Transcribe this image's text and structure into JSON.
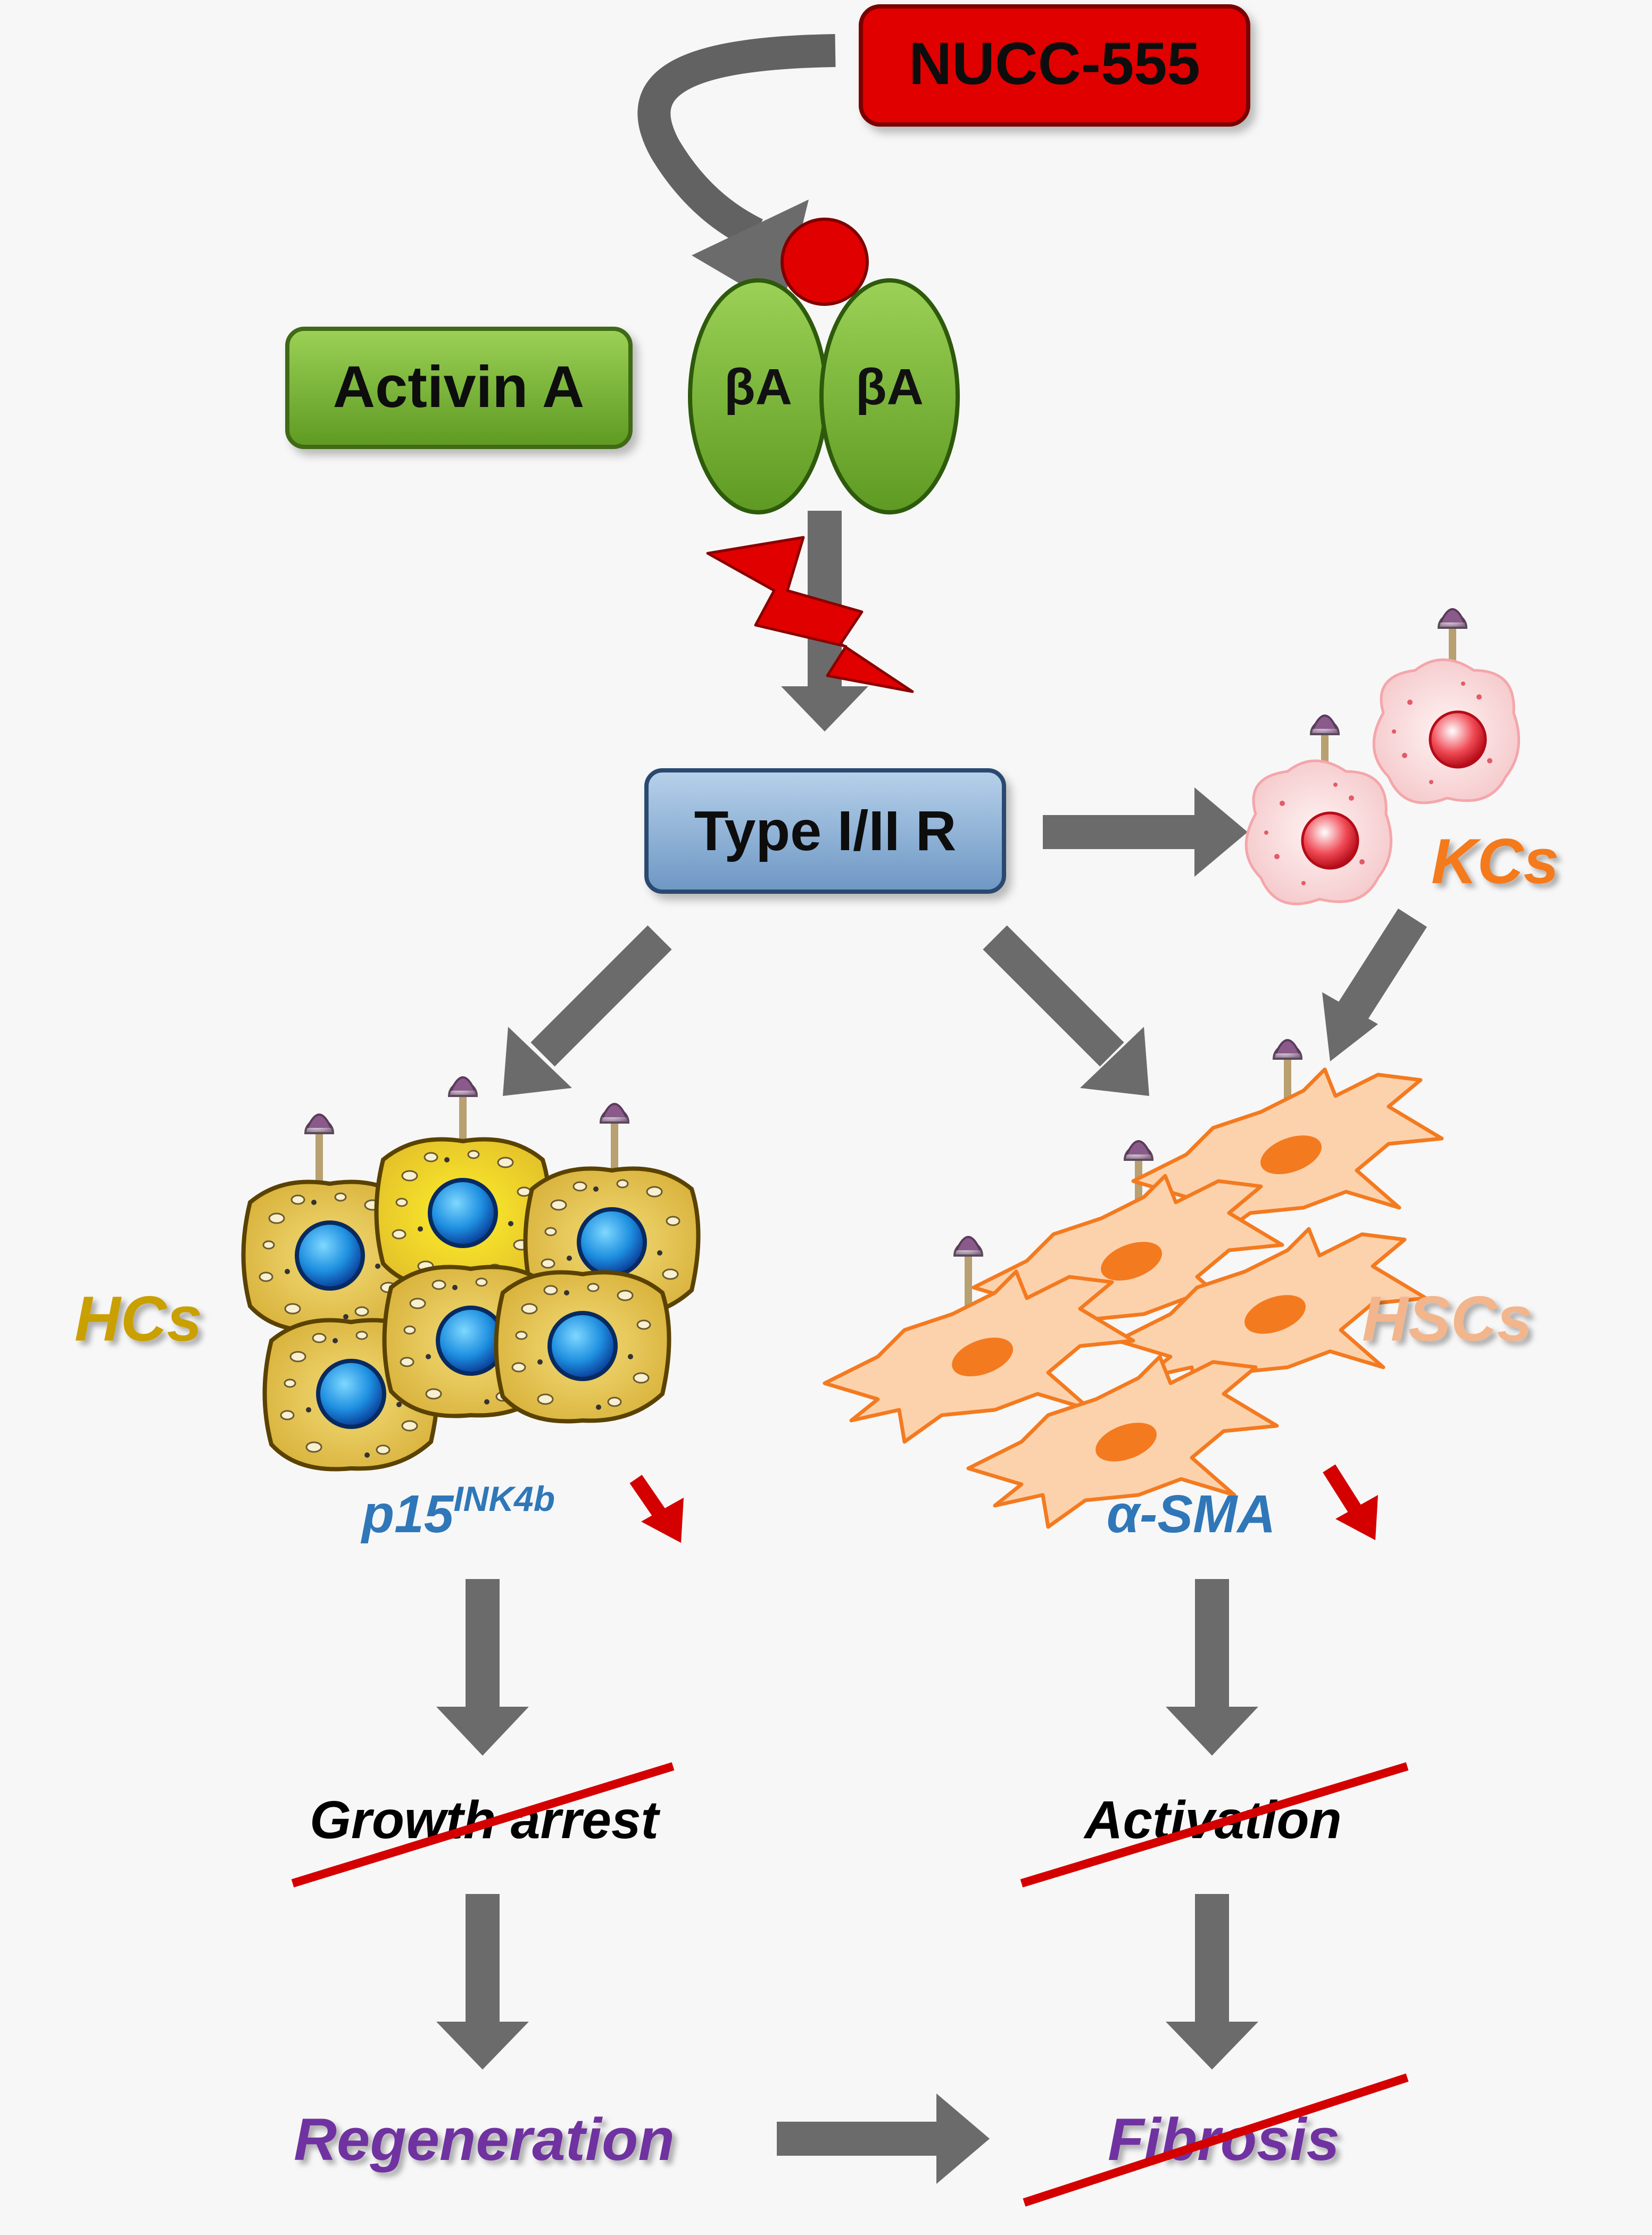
{
  "drug": {
    "label": "NUCC-555",
    "color": "#e00000"
  },
  "ligand": {
    "label": "Activin A",
    "subunit_left": "βA",
    "subunit_right": "βA",
    "color": "#7cb83a"
  },
  "receptor": {
    "label": "Type I/II R",
    "color": "#8fb4d8"
  },
  "cells": {
    "hepatocytes": {
      "label": "HCs",
      "color": "#c9a000"
    },
    "kupffer": {
      "label": "KCs",
      "color": "#f47a1f"
    },
    "stellate": {
      "label": "HSCs",
      "color": "#f2b58c"
    }
  },
  "markers": {
    "hc_marker": {
      "label": "p15",
      "superscript": "INK4b",
      "change": "down"
    },
    "hsc_marker": {
      "label": "α-SMA",
      "change": "down"
    }
  },
  "outcomes": {
    "hc_process": {
      "label": "Growth arrest",
      "blocked": true
    },
    "hsc_process": {
      "label": "Activation",
      "blocked": true
    },
    "hc_result": {
      "label": "Regeneration",
      "blocked": false
    },
    "hsc_result": {
      "label": "Fibrosis",
      "blocked": true
    }
  },
  "colors": {
    "arrow": "#6b6b6b",
    "strike": "#d40000",
    "down_arrow": "#d40000"
  }
}
